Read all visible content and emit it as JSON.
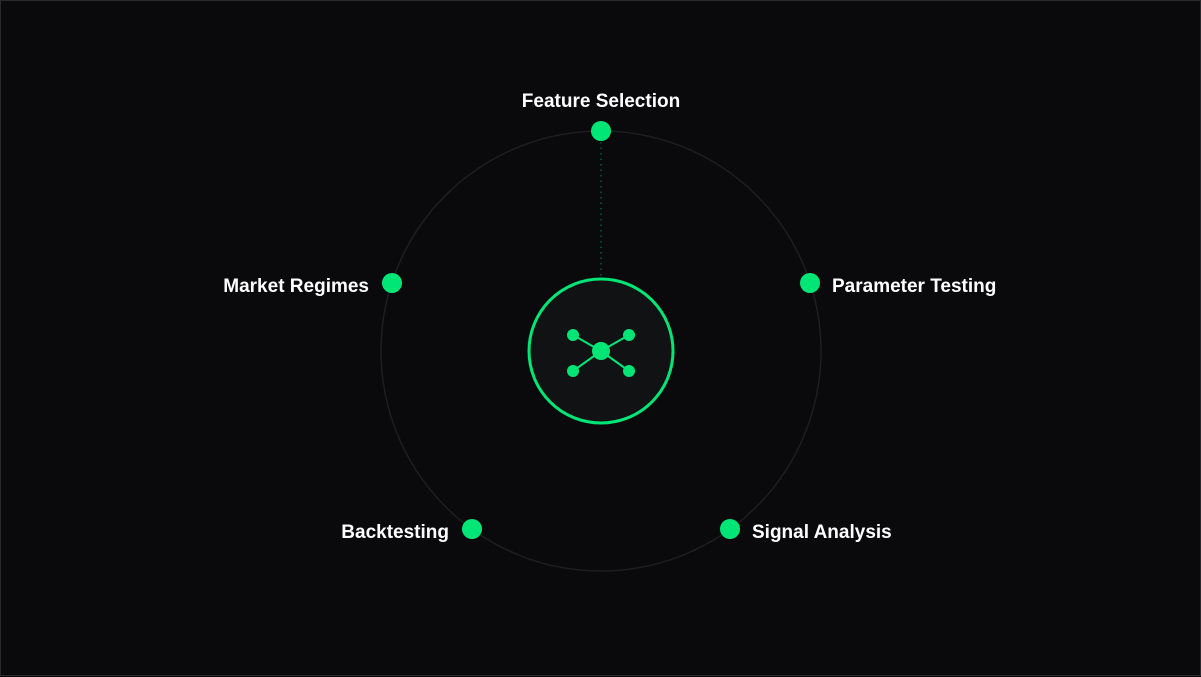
{
  "colors": {
    "background": "#0a0a0d",
    "accent": "#00e676",
    "orbit": "#1e1e22",
    "hub_fill": "#101214",
    "label": "#ffffff"
  },
  "hub": {
    "icon": "network-hub-icon"
  },
  "nodes": [
    {
      "id": "feature-selection",
      "label": "Feature Selection"
    },
    {
      "id": "parameter-testing",
      "label": "Parameter Testing"
    },
    {
      "id": "signal-analysis",
      "label": "Signal Analysis"
    },
    {
      "id": "backtesting",
      "label": "Backtesting"
    },
    {
      "id": "market-regimes",
      "label": "Market Regimes"
    }
  ]
}
